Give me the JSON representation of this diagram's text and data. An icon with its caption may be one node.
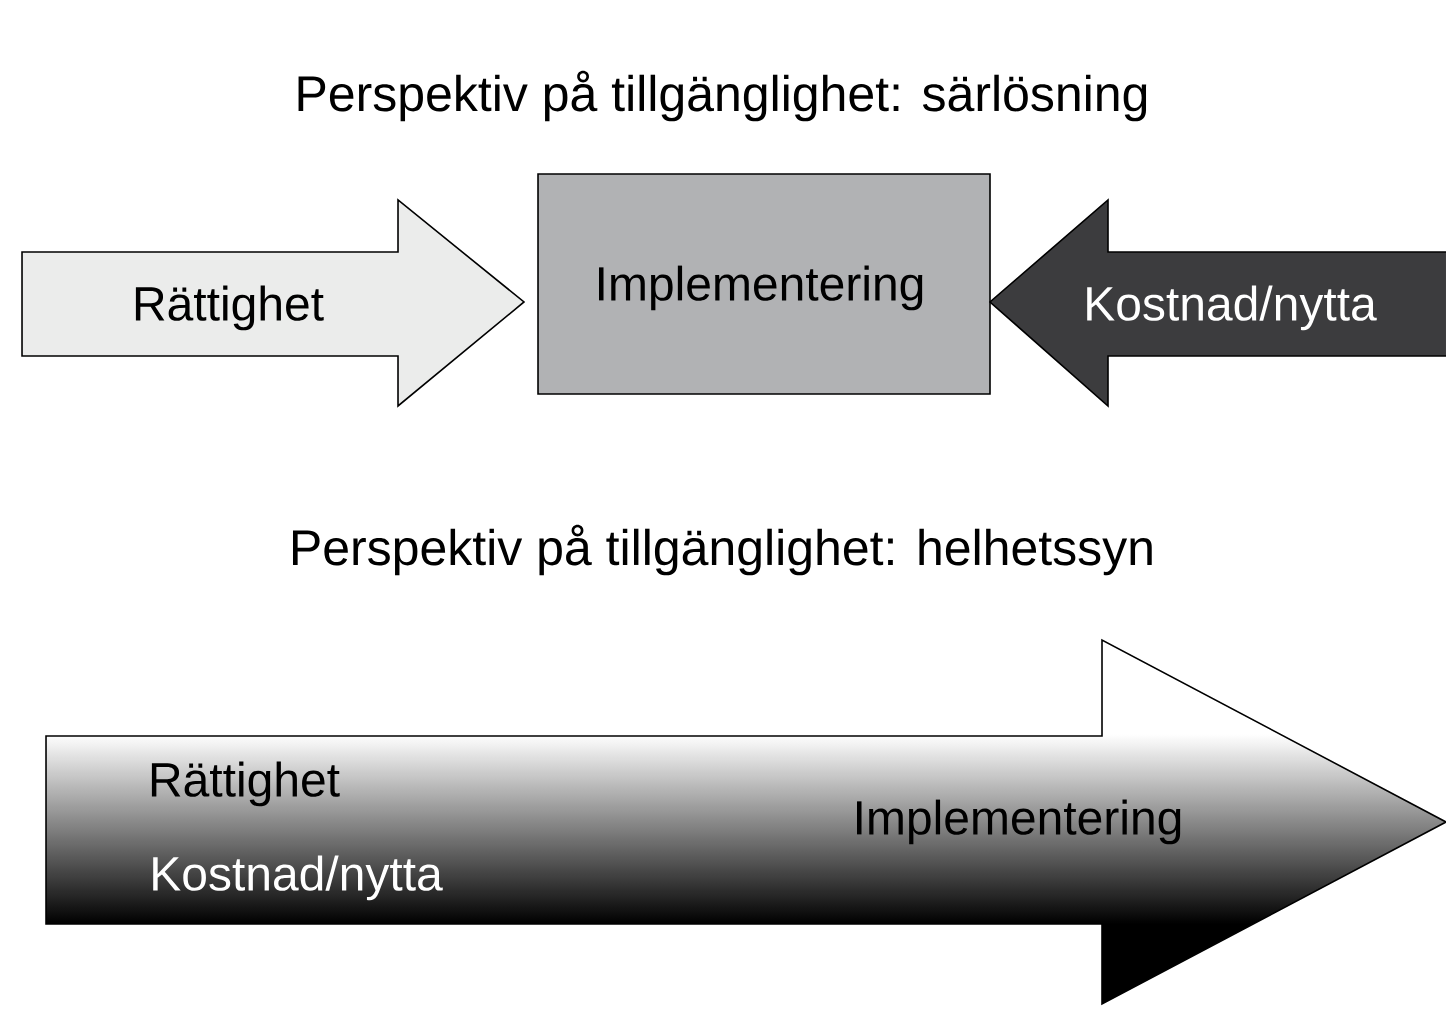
{
  "diagram": {
    "title": "Perspektiv på tillgänglighet: särlösning",
    "nodes": [
      {
        "text": [
          "Rättighet"
        ]
      },
      {
        "text": [
          "Implementering"
        ]
      },
      {
        "text": [
          "Kostnad/nytta"
        ]
      },
      {
        "text": [
          "Rättighet",
          "Implementering",
          "Kostnad/nytta"
        ]
      }
    ],
    "labels": [
      "Perspektiv på tillgänglighet: helhetssyn"
    ]
  }
}
